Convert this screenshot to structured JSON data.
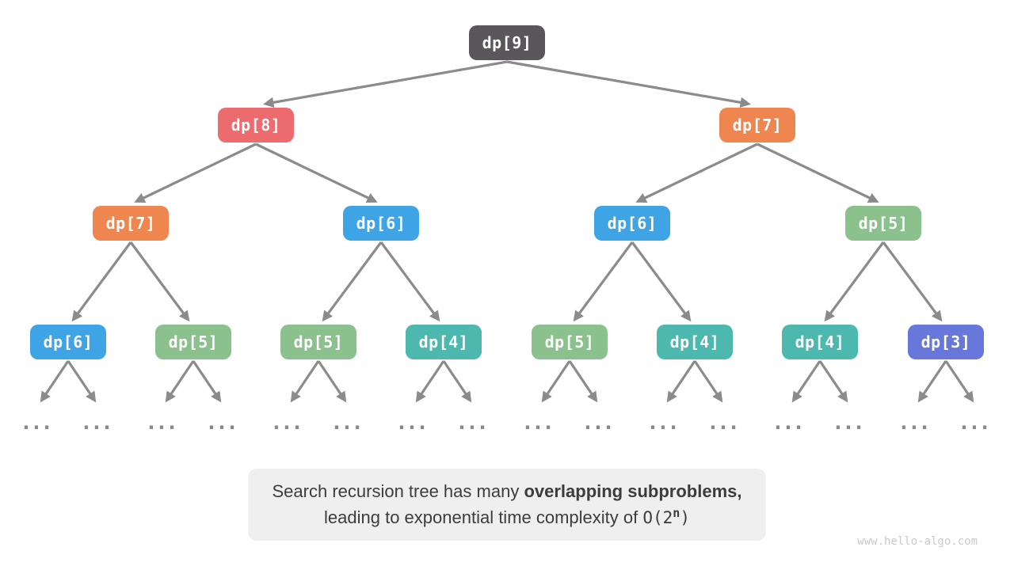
{
  "colors": {
    "dp9": "#59575a",
    "dp8": "#ec6b6e",
    "dp7": "#f0864f",
    "dp6": "#3ea4e6",
    "dp5": "#8ac18c",
    "dp4": "#4db8ad",
    "dp3": "#6878da",
    "arrow": "#8b8b8b",
    "ellipsis": "#8a8a8a",
    "caption_bg": "#efeff0",
    "caption_text": "#3c3c3c",
    "watermark": "#c9c9c9"
  },
  "tree": {
    "ellipsis": "...",
    "levels": [
      {
        "nodes": [
          {
            "label": "dp[9]",
            "color": "dp9"
          }
        ]
      },
      {
        "nodes": [
          {
            "label": "dp[8]",
            "color": "dp8"
          },
          {
            "label": "dp[7]",
            "color": "dp7"
          }
        ]
      },
      {
        "nodes": [
          {
            "label": "dp[7]",
            "color": "dp7"
          },
          {
            "label": "dp[6]",
            "color": "dp6"
          },
          {
            "label": "dp[6]",
            "color": "dp6"
          },
          {
            "label": "dp[5]",
            "color": "dp5"
          }
        ]
      },
      {
        "nodes": [
          {
            "label": "dp[6]",
            "color": "dp6"
          },
          {
            "label": "dp[5]",
            "color": "dp5"
          },
          {
            "label": "dp[5]",
            "color": "dp5"
          },
          {
            "label": "dp[4]",
            "color": "dp4"
          },
          {
            "label": "dp[5]",
            "color": "dp5"
          },
          {
            "label": "dp[4]",
            "color": "dp4"
          },
          {
            "label": "dp[4]",
            "color": "dp4"
          },
          {
            "label": "dp[3]",
            "color": "dp3"
          }
        ]
      }
    ]
  },
  "caption": {
    "line1_prefix": "Search recursion tree has many ",
    "line1_bold": "overlapping subproblems",
    "line1_suffix": ",",
    "line2_prefix": "leading to exponential time complexity of ",
    "complexity_base": "O(2",
    "complexity_exp": "n",
    "complexity_close": ")"
  },
  "watermark": "www.hello-algo.com"
}
